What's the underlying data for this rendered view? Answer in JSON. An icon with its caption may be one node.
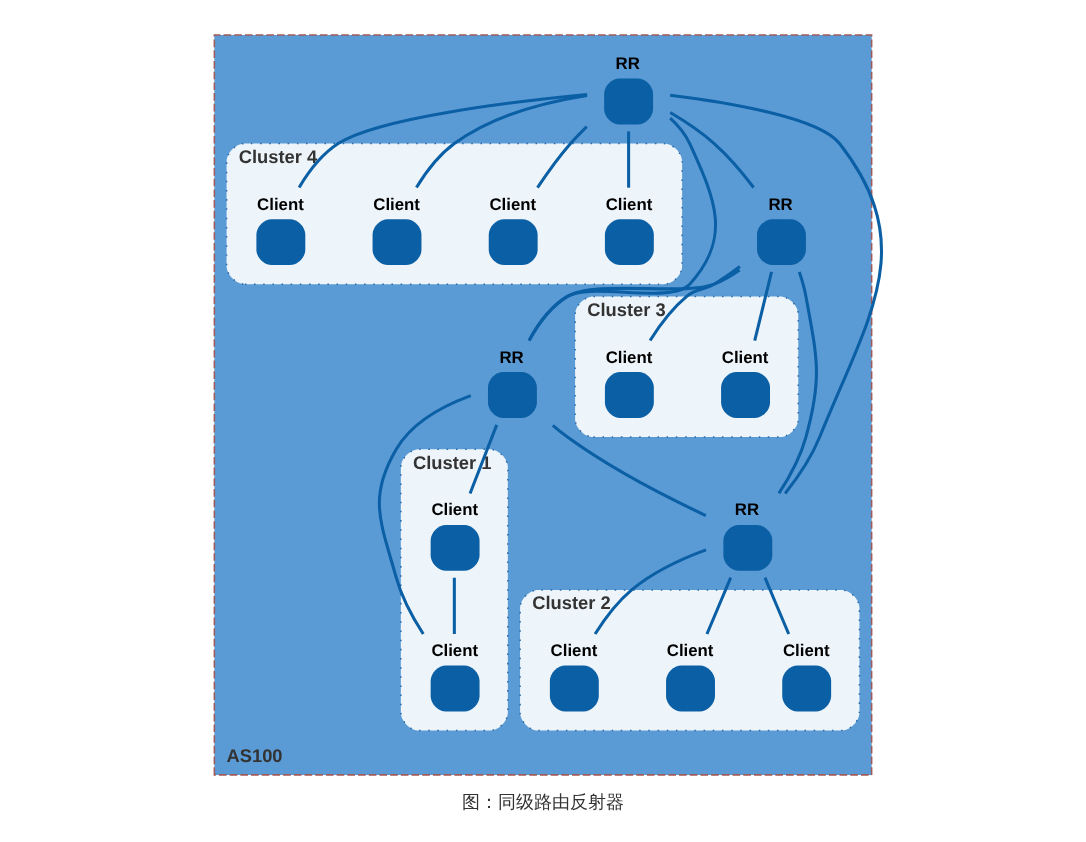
{
  "diagram": {
    "caption": "图：同级路由反射器",
    "nodes": [
      {
        "text": [
          "AS100"
        ]
      },
      {
        "text": [
          "Cluster 4"
        ],
        "in": 0
      },
      {
        "text": [
          "Client"
        ],
        "in": 1
      },
      {
        "text": [
          "Client"
        ],
        "in": 1
      },
      {
        "text": [
          "Client"
        ],
        "in": 1
      },
      {
        "text": [
          "Client"
        ],
        "in": 1
      },
      {
        "text": [
          "RR"
        ],
        "in": 0
      },
      {
        "text": [
          "Cluster 3"
        ],
        "in": 0
      },
      {
        "text": [
          "Client"
        ],
        "in": 7
      },
      {
        "text": [
          "Client"
        ],
        "in": 7
      },
      {
        "text": [
          "RR"
        ],
        "in": 0
      },
      {
        "text": [
          "RR"
        ],
        "in": 0
      },
      {
        "text": [
          "Cluster 1"
        ],
        "in": 0
      },
      {
        "text": [
          "Client"
        ],
        "in": 12
      },
      {
        "text": [
          "Client"
        ],
        "in": 12
      },
      {
        "text": [
          "RR"
        ],
        "in": 0
      },
      {
        "text": [
          "Cluster 2"
        ],
        "in": 0
      },
      {
        "text": [
          "Client"
        ],
        "in": 16
      },
      {
        "text": [
          "Client"
        ],
        "in": 16
      },
      {
        "text": [
          "Client"
        ],
        "in": 16
      }
    ],
    "edges": [
      {
        "from": 6,
        "to": 2,
        "arrow": "none"
      },
      {
        "from": 6,
        "to": 3,
        "arrow": "none"
      },
      {
        "from": 6,
        "to": 4,
        "arrow": "none"
      },
      {
        "from": 6,
        "to": 5,
        "arrow": "none"
      },
      {
        "from": 10,
        "to": 8,
        "arrow": "none"
      },
      {
        "from": 10,
        "to": 9,
        "arrow": "none"
      },
      {
        "from": 6,
        "to": 10,
        "arrow": "none"
      },
      {
        "from": 6,
        "to": 11,
        "arrow": "none"
      },
      {
        "from": 6,
        "to": 15,
        "arrow": "none"
      },
      {
        "from": 10,
        "to": 11,
        "arrow": "none"
      },
      {
        "from": 10,
        "to": 15,
        "arrow": "none"
      },
      {
        "from": 11,
        "to": 15,
        "arrow": "none"
      },
      {
        "from": 11,
        "to": 13,
        "arrow": "none"
      },
      {
        "from": 11,
        "to": 14,
        "arrow": "none"
      },
      {
        "from": 13,
        "to": 14,
        "arrow": "none"
      },
      {
        "from": 15,
        "to": 17,
        "arrow": "none"
      },
      {
        "from": 15,
        "to": 18,
        "arrow": "none"
      },
      {
        "from": 15,
        "to": 19,
        "arrow": "none"
      }
    ]
  }
}
